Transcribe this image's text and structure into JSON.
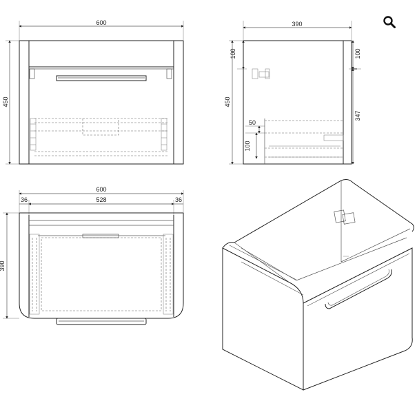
{
  "toolbar": {
    "zoom_icon": "magnifier-icon"
  },
  "front_view": {
    "width": "600",
    "height": "450"
  },
  "side_view": {
    "depth": "390",
    "height": "450",
    "top_offset_left": "100",
    "top_offset_right": "100",
    "inner_height": "347",
    "lower_a": "50",
    "lower_b": "100"
  },
  "top_view": {
    "width": "600",
    "depth": "390",
    "margin_left": "36",
    "inner_width": "528",
    "margin_right": "36"
  }
}
